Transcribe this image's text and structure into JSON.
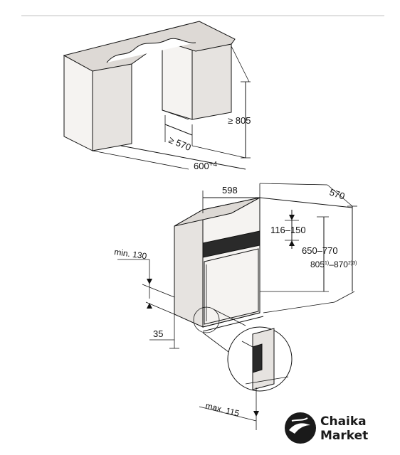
{
  "cabinet_dims": {
    "depth": "≥ 570",
    "height": "≥ 805",
    "width": "600",
    "width_tolerance": "+4"
  },
  "appliance_dims": {
    "width": "598",
    "depth": "570",
    "top_gap": "116–150",
    "door_height": "650–770",
    "total_height": "805",
    "total_height_sup1": "1)",
    "total_height_sep": "–",
    "total_height_max": "870",
    "total_height_sup2": "2)3)",
    "min_gap": "min. 130",
    "plinth": "35",
    "max_plinth": "max. 115"
  },
  "brand": {
    "line1": "Chaika",
    "line2": "Market"
  }
}
